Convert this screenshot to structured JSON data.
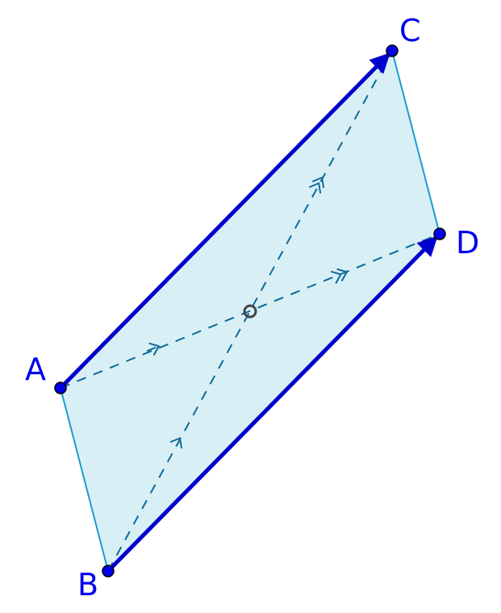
{
  "diagram": {
    "points": {
      "A": "A",
      "B": "B",
      "C": "C",
      "D": "D"
    },
    "colors": {
      "fill": "#d9eff6",
      "edge": "#1c9bcf",
      "vector": "#0000cc",
      "dashed": "#0a6a9a",
      "point": "#0000ee",
      "center": "#444444"
    }
  }
}
